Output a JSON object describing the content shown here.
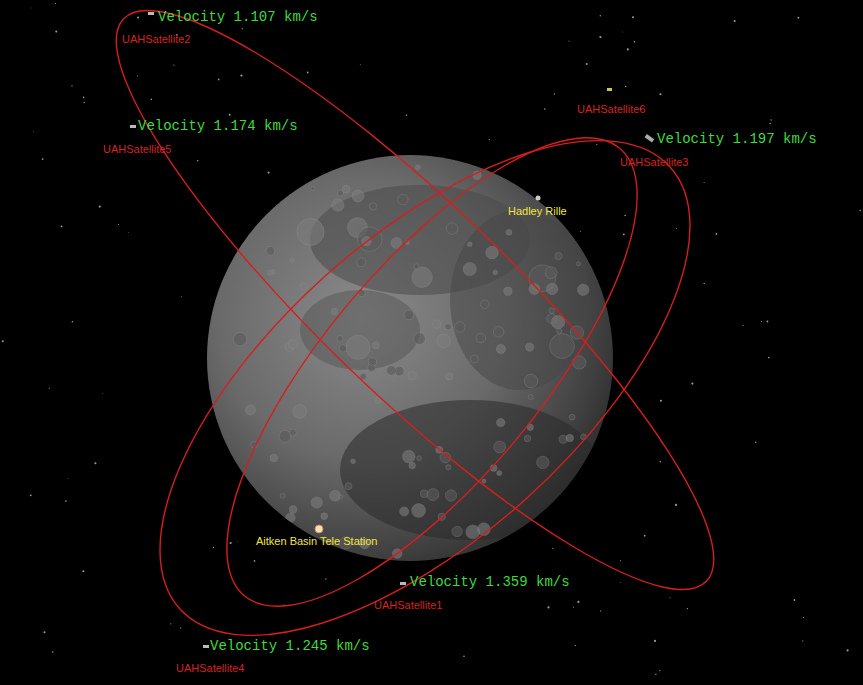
{
  "diagram": {
    "labels": [
      "Velocity 1.107 km/s",
      "UAHSatellite2",
      "Velocity 1.174 km/s",
      "UAHSatellite5",
      "UAHSatellite6",
      "Velocity 1.197 km/s",
      "UAHSatellite3",
      "Hadley Rille",
      "Aitken Basin Tele Station",
      "Velocity 1.359 km/s",
      "UAHSatellite1",
      "Velocity 1.245 km/s",
      "UAHSatellite4"
    ]
  }
}
